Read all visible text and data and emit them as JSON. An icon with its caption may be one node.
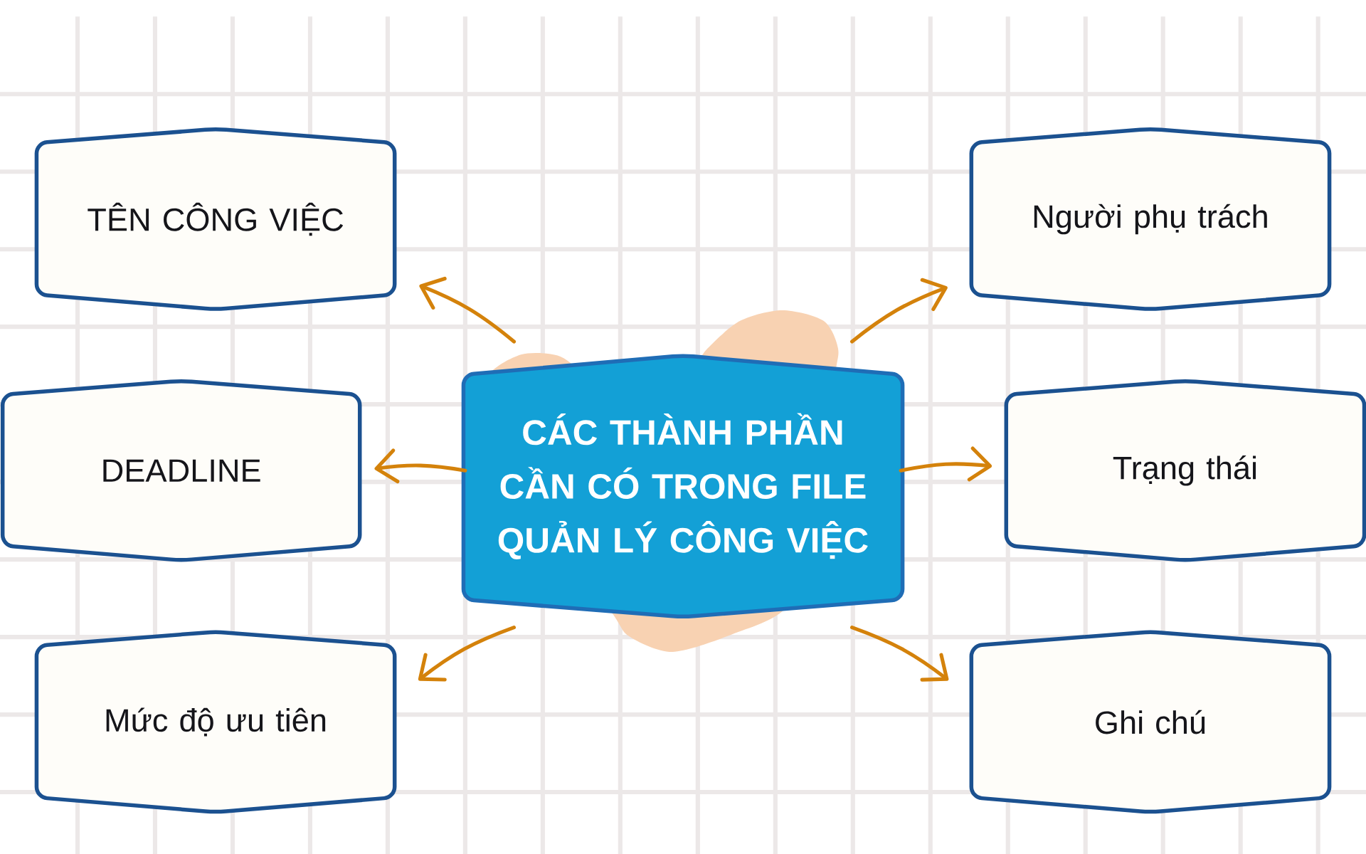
{
  "diagram": {
    "nodes": [
      {
        "text": [
          "TÊN CÔNG VIỆC"
        ]
      },
      {
        "text": [
          "Người phụ trách"
        ]
      },
      {
        "text": [
          "DEADLINE"
        ]
      },
      {
        "text": [
          "CÁC THÀNH PHẦN CẦN CÓ TRONG FILE QUẢN LÝ CÔNG VIỆC"
        ]
      },
      {
        "text": [
          "Trạng thái"
        ]
      },
      {
        "text": [
          "Mức độ ưu tiên"
        ]
      },
      {
        "text": [
          "Ghi chú"
        ]
      }
    ],
    "edges": [
      {
        "from": 3,
        "to": 0,
        "arrow": "to"
      },
      {
        "from": 3,
        "to": 1,
        "arrow": "to"
      },
      {
        "from": 3,
        "to": 2,
        "arrow": "to"
      },
      {
        "from": 3,
        "to": 4,
        "arrow": "to"
      },
      {
        "from": 3,
        "to": 5,
        "arrow": "to"
      },
      {
        "from": 3,
        "to": 6,
        "arrow": "to"
      }
    ]
  }
}
